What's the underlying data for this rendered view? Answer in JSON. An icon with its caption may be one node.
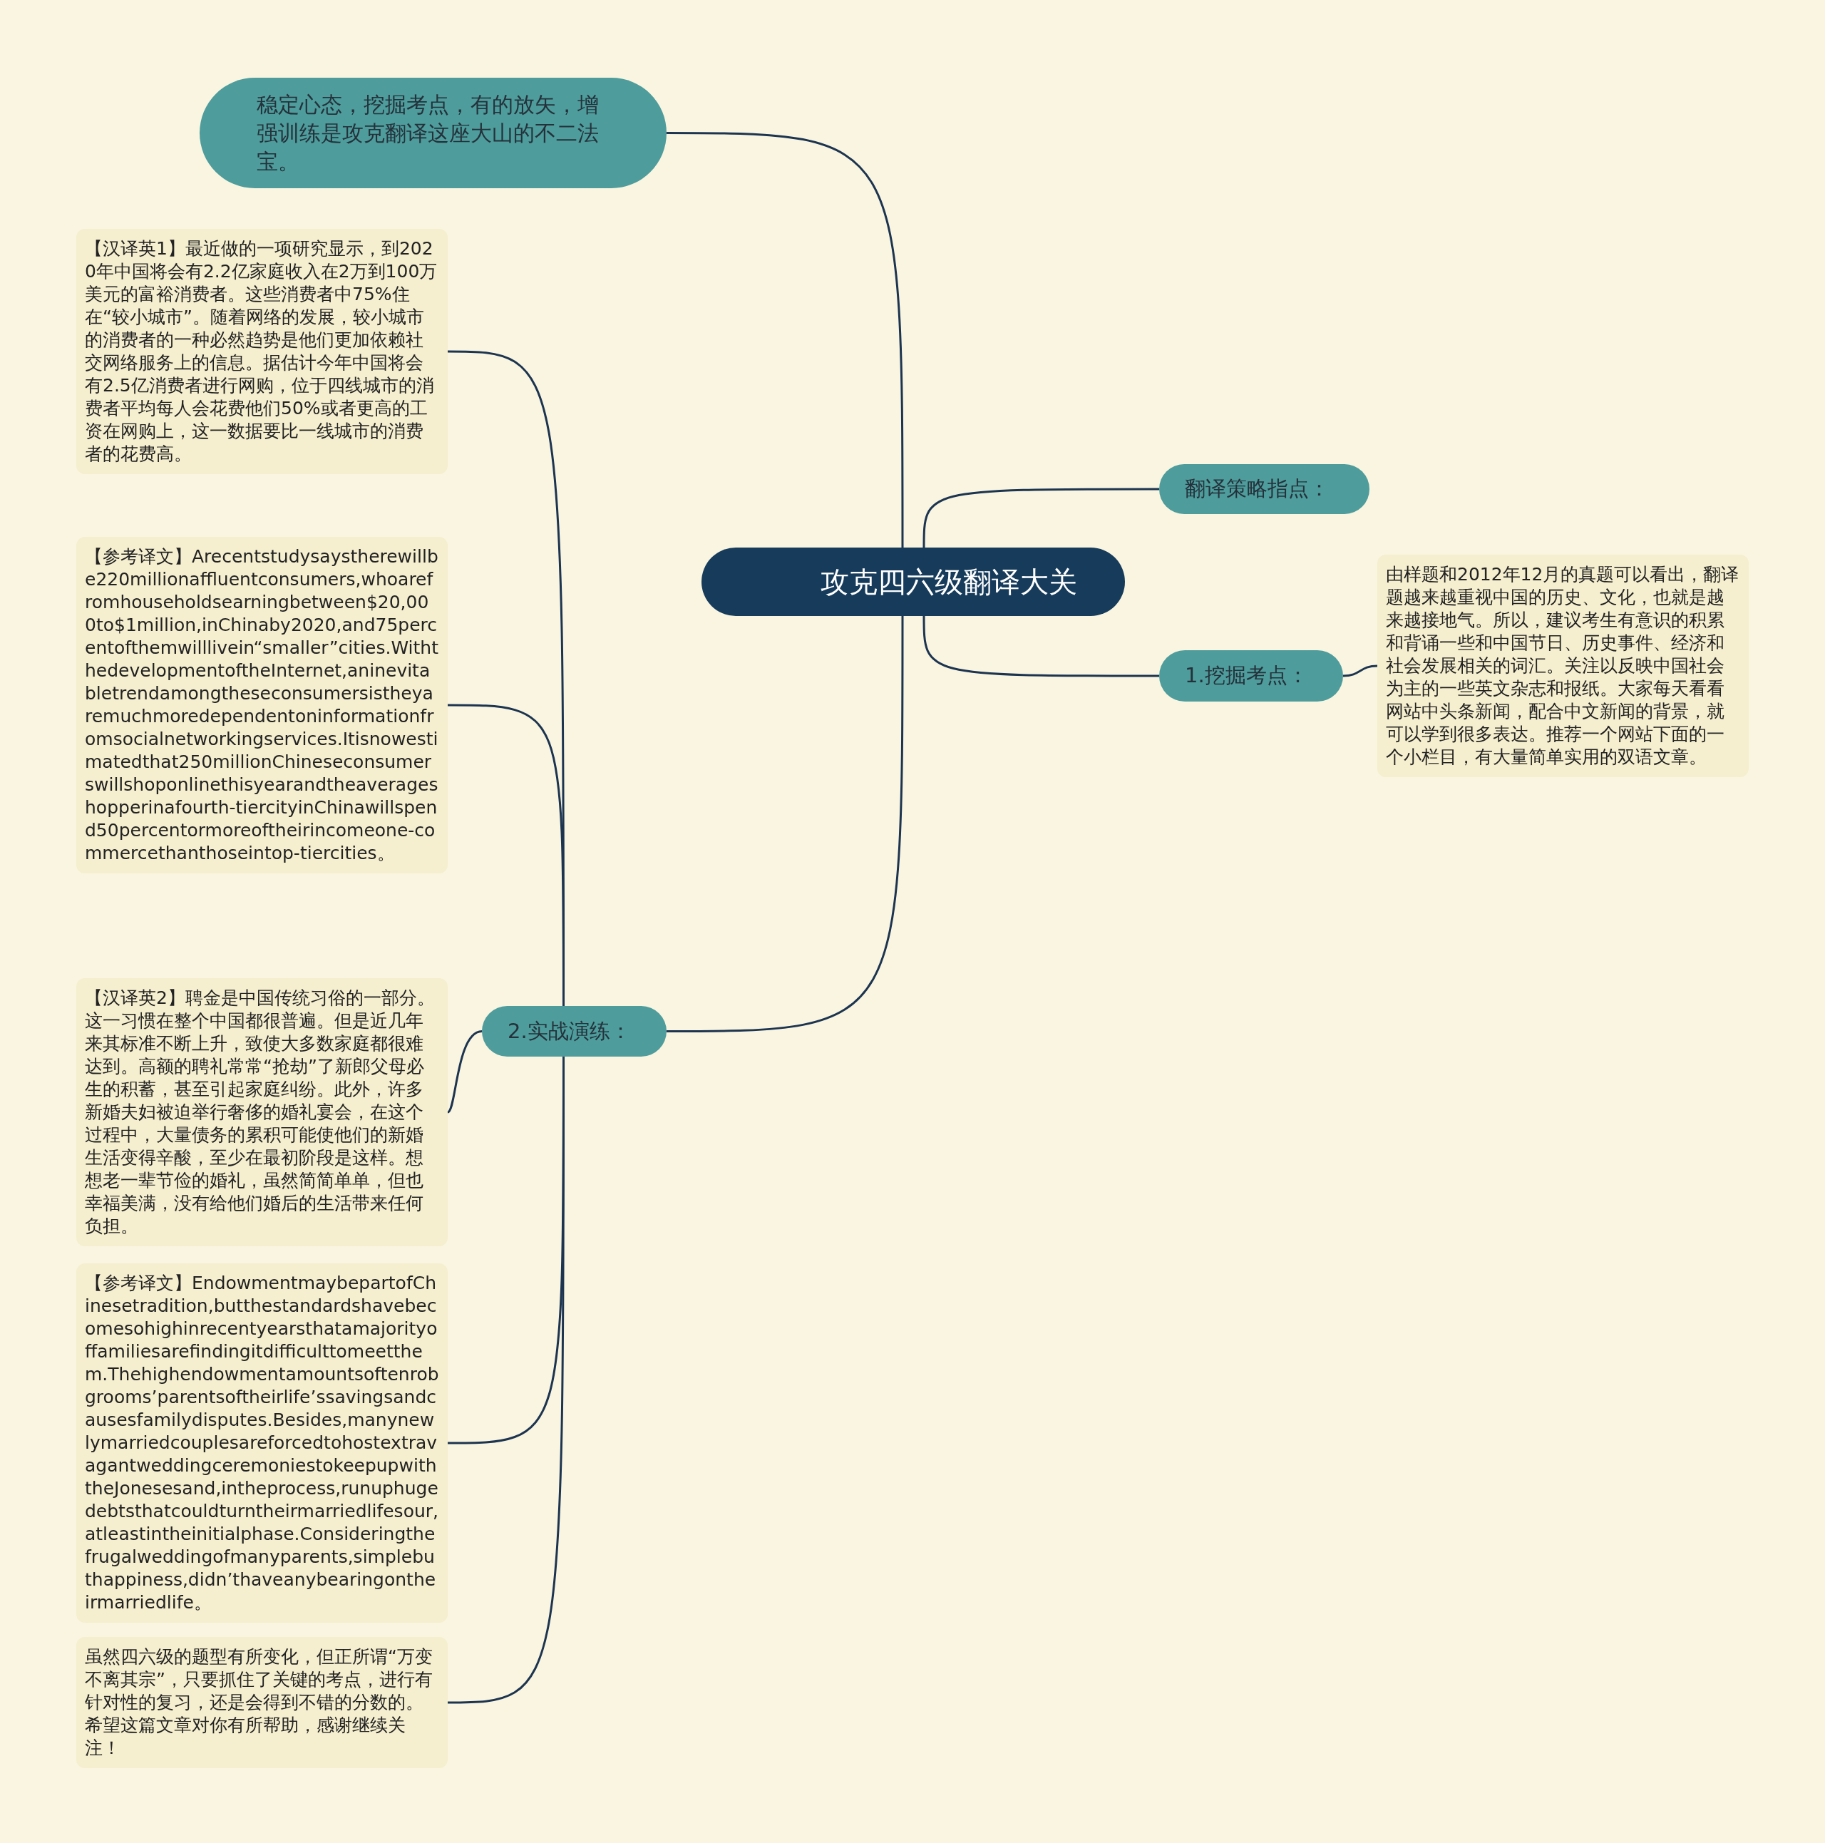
{
  "diagram": {
    "nodes": [
      {
        "text": [
          "攻克四六级翻译大关"
        ]
      },
      {
        "text": [
          "稳定心态，挖掘考点，有的放矢，增强训练是攻克翻译这座大山的不二法宝。"
        ]
      },
      {
        "text": [
          "翻译策略指点："
        ]
      },
      {
        "text": [
          "1.挖掘考点："
        ]
      },
      {
        "text": [
          "由样题和2012年12月的真题可以看出，翻译题越来越重视中国的历史、文化，也就是越来越接地气。所以，建议考生有意识的积累和背诵一些和中国节日、历史事件、经济和社会发展相关的词汇。关注以反映中国社会为主的一些英文杂志和报纸。大家每天看看网站中头条新闻，配合中文新闻的背景，就可以学到很多表达。推荐一个网站下面的一个小栏目，有大量简单实用的双语文章。"
        ]
      },
      {
        "text": [
          "2.实战演练："
        ]
      },
      {
        "text": [
          "【汉译英1】最近做的一项研究显示，到2020年中国将会有2.2亿家庭收入在2万到100万美元的富裕消费者。这些消费者中75%住在“较小城市”。随着网络的发展，较小城市的消费者的一种必然趋势是他们更加依赖社交网络服务上的信息。据估计今年中国将会有2.5亿消费者进行网购，位于四线城市的消费者平均每人会花费他们50%或者更高的工资在网购上，这一数据要比一线城市的消费者的花费高。"
        ]
      },
      {
        "text": [
          "【参考译文】Arecentstudysaystherewillbe220millionaffluentconsumers,whoarefromhouseholdsearningbetween$20,000to$1million,inChinaby2020,and75percentofthemwilllivein“smaller”cities.WiththedevelopmentoftheInternet,aninevitabletrendamongtheseconsumersistheyaremuchmoredependentoninformationfromsocialnetworkingservices.Itisnowestimatedthat250millionChineseconsumerswillshoponlinethisyearandtheaverageshopperinafourth-tiercityinChinawillspend50percentormoreoftheirincomeone-commercethanthoseintop-tiercities。"
        ]
      },
      {
        "text": [
          "【汉译英2】聘金是中国传统习俗的一部分。这一习惯在整个中国都很普遍。但是近几年来其标准不断上升，致使大多数家庭都很难达到。高额的聘礼常常“抢劫”了新郎父母必生的积蓄，甚至引起家庭纠纷。此外，许多新婚夫妇被迫举行奢侈的婚礼宴会，在这个过程中，大量债务的累积可能使他们的新婚生活变得辛酸，至少在最初阶段是这样。想想老一辈节俭的婚礼，虽然简简单单，但也幸福美满，没有给他们婚后的生活带来任何负担。"
        ]
      },
      {
        "text": [
          "【参考译文】EndowmentmaybepartofChinesetradition,butthestandardshavebecomesohighinrecentyearsthatamajorityoffamiliesarefindingitdifficulttomeetthem.Thehighendowmentamountsoftenrobgrooms’parentsoftheirlife’ssavingsandcausesfamilydisputes.Besides,manynewlymarriedcouplesareforcedtohostextravagantweddingceremoniestokeepupwiththeJonesesand,intheprocess,runuphugedebtsthatcouldturntheirmarriedlifesour,atleastintheinitialphase.Consideringthefrugalweddingofmanyparents,simplebuthappiness,didn’thaveanybearingontheirmarriedlife。"
        ]
      },
      {
        "text": [
          "虽然四六级的题型有所变化，但正所谓“万变不离其宗”，只要抓住了关键的考点，进行有针对性的复习，还是会得到不错的分数的。希望这篇文章对你有所帮助，感谢继续关注！"
        ]
      }
    ],
    "edges": [
      {
        "from": 0,
        "to": 1,
        "arrow": "none"
      },
      {
        "from": 0,
        "to": 2,
        "arrow": "none"
      },
      {
        "from": 0,
        "to": 3,
        "arrow": "none"
      },
      {
        "from": 3,
        "to": 4,
        "arrow": "none"
      },
      {
        "from": 0,
        "to": 5,
        "arrow": "none"
      },
      {
        "from": 5,
        "to": 6,
        "arrow": "none"
      },
      {
        "from": 5,
        "to": 7,
        "arrow": "none"
      },
      {
        "from": 5,
        "to": 8,
        "arrow": "none"
      },
      {
        "from": 5,
        "to": 9,
        "arrow": "none"
      },
      {
        "from": 5,
        "to": 10,
        "arrow": "none"
      }
    ]
  }
}
